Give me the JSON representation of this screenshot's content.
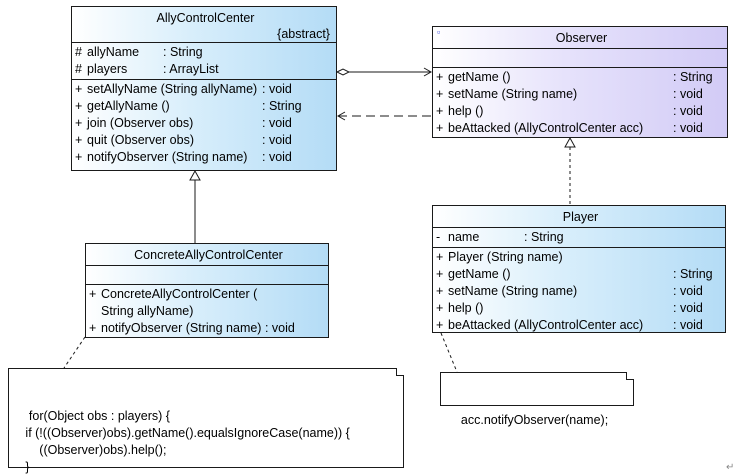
{
  "classes": {
    "ally": {
      "name": "AllyControlCenter",
      "stereotype": "{abstract}",
      "attributes": [
        {
          "vis": "#",
          "name": "allyName",
          "type": ": String"
        },
        {
          "vis": "#",
          "name": "players",
          "type": ": ArrayList"
        }
      ],
      "methods": [
        {
          "vis": "+",
          "name": "setAllyName (String allyName)",
          "type": ": void"
        },
        {
          "vis": "+",
          "name": "getAllyName ()",
          "type": ": String"
        },
        {
          "vis": "+",
          "name": "join (Observer obs)",
          "type": ": void"
        },
        {
          "vis": "+",
          "name": "quit (Observer obs)",
          "type": ": void"
        },
        {
          "vis": "+",
          "name": "notifyObserver (String name)",
          "type": ": void"
        }
      ]
    },
    "observer": {
      "name": "Observer",
      "attributes": [],
      "methods": [
        {
          "vis": "+",
          "name": "getName ()",
          "type": ": String"
        },
        {
          "vis": "+",
          "name": "setName (String name)",
          "type": ": void"
        },
        {
          "vis": "+",
          "name": "help ()",
          "type": ": void"
        },
        {
          "vis": "+",
          "name": "beAttacked (AllyControlCenter acc)",
          "type": ": void"
        }
      ]
    },
    "player": {
      "name": "Player",
      "attributes": [
        {
          "vis": "-",
          "name": "name",
          "type": ": String"
        }
      ],
      "methods": [
        {
          "vis": "+",
          "name": "Player (String name)",
          "type": ""
        },
        {
          "vis": "+",
          "name": "getName ()",
          "type": ": String"
        },
        {
          "vis": "+",
          "name": "setName (String name)",
          "type": ": void"
        },
        {
          "vis": "+",
          "name": "help ()",
          "type": ": void"
        },
        {
          "vis": "+",
          "name": "beAttacked (AllyControlCenter acc)",
          "type": ": void"
        }
      ]
    },
    "concrete": {
      "name": "ConcreteAllyControlCenter",
      "attributes": [],
      "methods": [
        {
          "vis": "+",
          "name": "ConcreteAllyControlCenter (",
          "type": ""
        },
        {
          "vis": "",
          "name": "String allyName)",
          "type": ""
        },
        {
          "vis": "+",
          "name": "notifyObserver (String name) : void",
          "type": ""
        }
      ]
    }
  },
  "notes": {
    "concrete_note": "for(Object obs : players) {\n   if (!((Observer)obs).getName().equalsIgnoreCase(name)) {\n       ((Observer)obs).help();\n   }\n}",
    "player_note": "acc.notifyObserver(name);"
  },
  "colors": {
    "class_fill": "#b4dcf6",
    "interface_fill": "#d2cbf6",
    "line": "#1a1a1a"
  }
}
